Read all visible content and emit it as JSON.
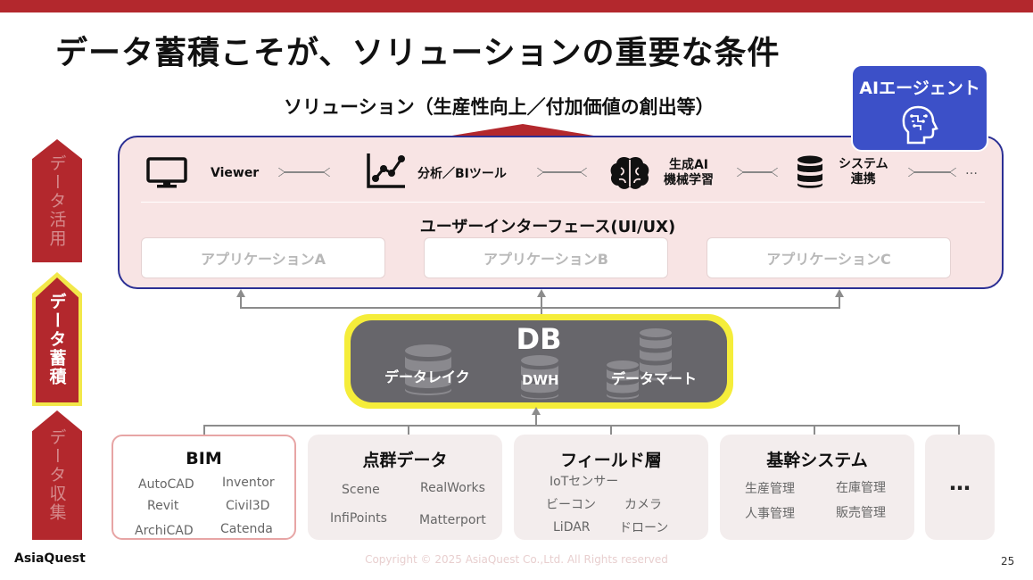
{
  "title": "データ蓄積こそが、ソリューションの重要な条件",
  "solution_heading": "ソリューション（生産性向上／付加価値の創出等）",
  "side_labels": {
    "use": "データ活用",
    "store": "データ蓄積",
    "collect": "データ収集"
  },
  "ai_agent": {
    "label": "AIエージェント",
    "icon": "ai-head-icon"
  },
  "tools": [
    {
      "label": "Viewer",
      "icon": "monitor-icon"
    },
    {
      "label": "分析／BIツール",
      "icon": "line-chart-icon"
    },
    {
      "label_line1": "生成AI",
      "label_line2": "機械学習",
      "icon": "brain-icon"
    },
    {
      "label_line1": "システム",
      "label_line2": "連携",
      "icon": "database-icon"
    }
  ],
  "tools_more": "…",
  "ui_label": "ユーザーインターフェース(UI/UX)",
  "applications": [
    "アプリケーションA",
    "アプリケーションB",
    "アプリケーションC"
  ],
  "db": {
    "title": "DB",
    "components": [
      "データレイク",
      "DWH",
      "データマート"
    ]
  },
  "sources": [
    {
      "title": "BIM",
      "items": [
        "AutoCAD",
        "Inventor",
        "Revit",
        "Civil3D",
        "ArchiCAD",
        "Catenda"
      ]
    },
    {
      "title": "点群データ",
      "items": [
        "Scene",
        "RealWorks",
        "InfiPoints",
        "Matterport"
      ]
    },
    {
      "title": "フィールド層",
      "items": [
        "IoTセンサー",
        "ビーコン",
        "カメラ",
        "LiDAR",
        "ドローン"
      ]
    },
    {
      "title": "基幹システム",
      "items": [
        "生産管理",
        "在庫管理",
        "人事管理",
        "販売管理"
      ]
    },
    {
      "title": "…"
    }
  ],
  "footer": {
    "logo": "AsiaQuest",
    "copyright": "Copyright © 2025 AsiaQuest Co.,Ltd. All Rights reserved",
    "page": "25"
  },
  "colors": {
    "brand_red": "#b3282d",
    "navy": "#2b2f94",
    "highlight_yellow": "#f5ed3a",
    "ai_blue": "#3c50c8"
  }
}
